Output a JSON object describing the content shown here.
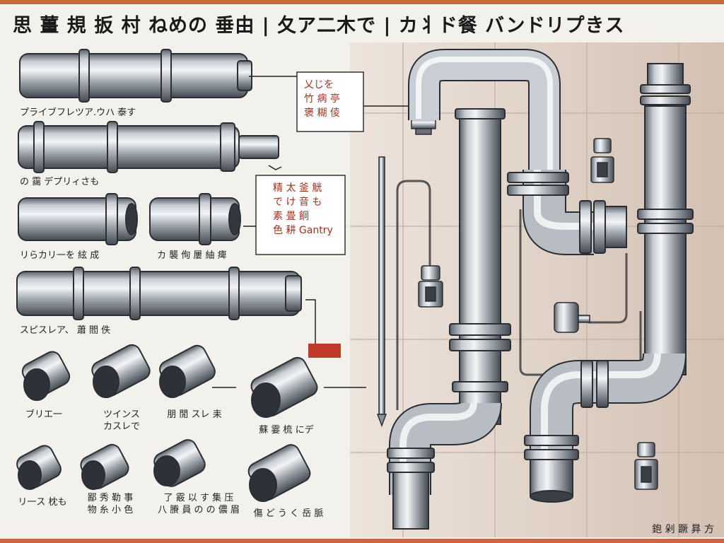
{
  "title": "思 薑 規 扳 村 ねめの 垂由 | 夂ア二木で | カ丬ド餐 バンドリプきス",
  "labels": {
    "pipe1": "プライブフレツア.ウハ 泰す",
    "pipe2": "の 靄 デプリィさも",
    "pipe3a": "リらカリ一を 絃 成",
    "pipe3b": "カ 襲 侚 屢 紬 痺",
    "pipe4": "スピスレア、 蕭 閻 佚",
    "fit1": "ブリエ一",
    "fit2": "ツインス\nカスレで",
    "fit3": "朋 閒 スレ 耒",
    "fit4": "蘇 霎 梳 にデ",
    "fit5": "リ一ス 枕も",
    "fit6": "鄙 秀 勒 事\n物 糸 小 色",
    "fit7": "了 霰 以 す 集 压\n八 賸 員 の の 儂 眉",
    "fit8": "傷 ど う く 岳 脈"
  },
  "callouts": {
    "top": "乂じを\n竹 病 亭\n褒 糊 倰",
    "mid": "精 太 釜 觥\nで け 音 も\n素 畳 餇\n色 耕 Gantry"
  },
  "footer": "鉋 剁  蹶 昪 方",
  "colors": {
    "accent_bar": "#c8683d",
    "callout_red": "#c0392b",
    "pipe_metal": "#9ea4ab",
    "wall": "#d8c8bb"
  }
}
